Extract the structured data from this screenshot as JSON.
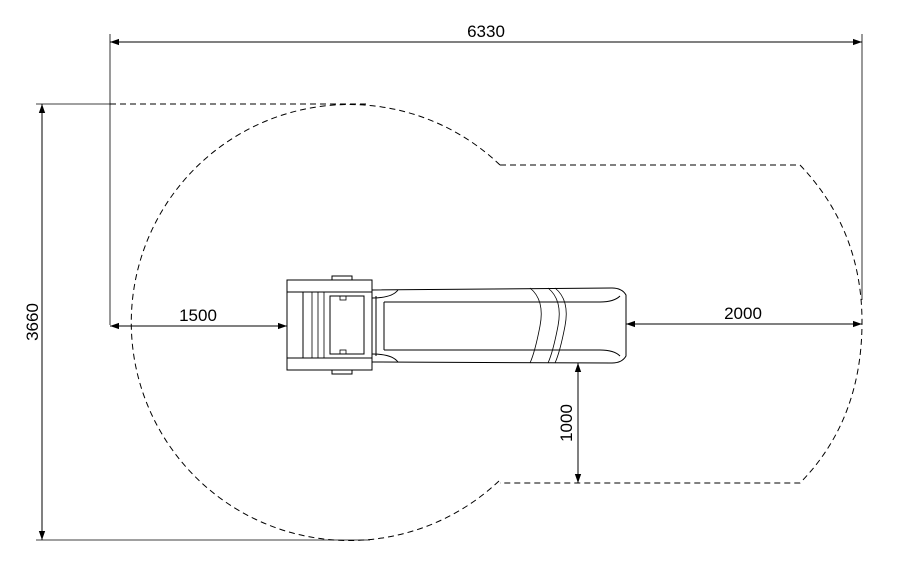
{
  "dimensions": {
    "overall_width": "6330",
    "overall_height": "3660",
    "left_clearance": "1500",
    "right_clearance": "2000",
    "side_clearance": "1000"
  }
}
